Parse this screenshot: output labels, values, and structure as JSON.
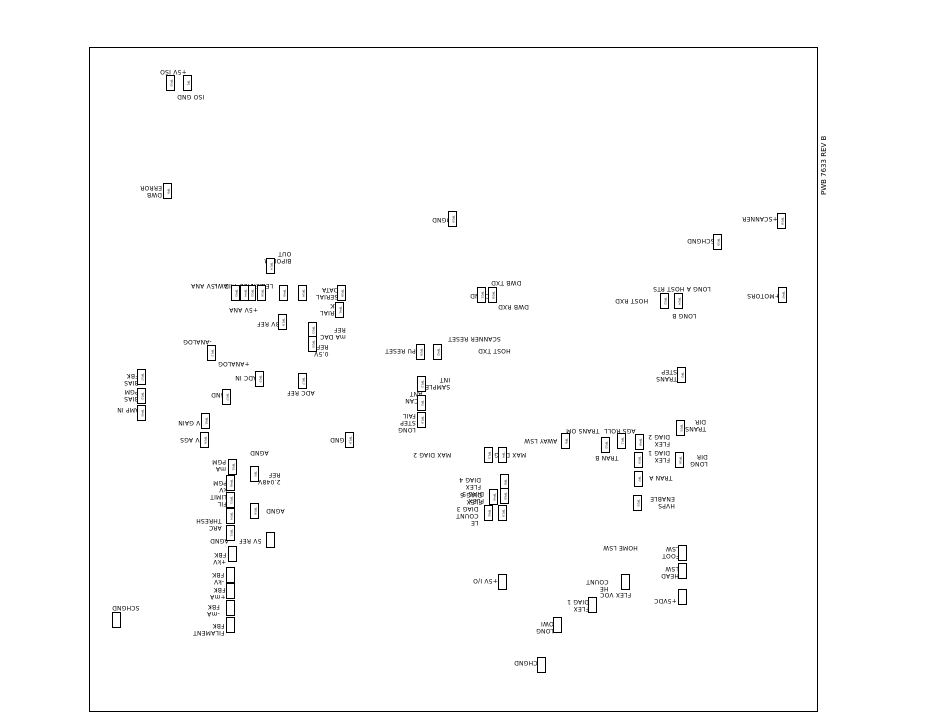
{
  "pwb_label": "PWB 7633 REV B",
  "labels": [
    {
      "t": "+5V ISO"
    },
    {
      "t": "ISO GND"
    },
    {
      "t": "DWB\nERROR"
    },
    {
      "t": "DGND"
    },
    {
      "t": "+SCANNER"
    },
    {
      "t": "SCHGND"
    },
    {
      "t": "BIPOLAR\nOUT"
    },
    {
      "t": "-5V ANA"
    },
    {
      "t": "LEL"
    },
    {
      "t": "LEN"
    },
    {
      "t": "HEL"
    },
    {
      "t": "MID"
    },
    {
      "t": "AWL"
    },
    {
      "t": "SERIAL\nDATA"
    },
    {
      "t": "SERIAL\nCLK"
    },
    {
      "t": "+5V ANA"
    },
    {
      "t": "DWB TXD"
    },
    {
      "t": "DWB RXD"
    },
    {
      "t": "DGND"
    },
    {
      "t": "LONG A HOST RTS"
    },
    {
      "t": "HOST RXD"
    },
    {
      "t": "LONG B"
    },
    {
      "t": "+MOTORS"
    },
    {
      "t": "3V REF"
    },
    {
      "t": "mA DAC\nREF"
    },
    {
      "t": "0.5V\nREF"
    },
    {
      "t": "SCANNER RESET"
    },
    {
      "t": "CPU RESET"
    },
    {
      "t": "HOST TXD"
    },
    {
      "t": "-ANALOG"
    },
    {
      "t": "+ANALOG"
    },
    {
      "t": "ADC IN"
    },
    {
      "t": "ADC REF"
    },
    {
      "t": "AGND"
    },
    {
      "t": "BIAS\nFBK"
    },
    {
      "t": "BIAS\nPGM"
    },
    {
      "t": "AMP IN"
    },
    {
      "t": "V GAIN"
    },
    {
      "t": "V AGS"
    },
    {
      "t": "DGND"
    },
    {
      "t": "SAMPLE\nINT"
    },
    {
      "t": "SCAN\nANT"
    },
    {
      "t": "LONG\nSTEP\nFAIL"
    },
    {
      "t": "TRANS\nSTEP"
    },
    {
      "t": "TRANS OM"
    },
    {
      "t": "AGS ROLL"
    },
    {
      "t": "TRANS\nDIR"
    },
    {
      "t": "FLEX\nDIAG 2"
    },
    {
      "t": "AWAY LSW"
    },
    {
      "t": "TRAN B"
    },
    {
      "t": "MAX DIAG 3"
    },
    {
      "t": "MAX DIAG 2"
    },
    {
      "t": "FLEX\nDIAG 1"
    },
    {
      "t": "LONG\nDIR"
    },
    {
      "t": "TRAN A"
    },
    {
      "t": "AGND"
    },
    {
      "t": "2.048V\nREF"
    },
    {
      "t": "mA\nPGM"
    },
    {
      "t": "kV\nPGM"
    },
    {
      "t": "FLEX\nDIAG 4"
    },
    {
      "t": "FLEX\nDIAG 6"
    },
    {
      "t": "FIL\nLIMIT"
    },
    {
      "t": "FLEX\nDIAG 5"
    },
    {
      "t": "HVPS\nENABLE"
    },
    {
      "t": "AGND"
    },
    {
      "t": "ARC\nTHRESH"
    },
    {
      "t": "LE\nCOUNT\nDIAG 3"
    },
    {
      "t": "5V REF"
    },
    {
      "t": "AGND"
    },
    {
      "t": "HOME LSW"
    },
    {
      "t": "+kV\nFBK"
    },
    {
      "t": "FOOT\nLSW"
    },
    {
      "t": "-kV\nFBK"
    },
    {
      "t": "HEAD\nLSW"
    },
    {
      "t": "+5V I/O"
    },
    {
      "t": "HE\nCOUNT"
    },
    {
      "t": "+mA\nFBK"
    },
    {
      "t": "FLEX VOC"
    },
    {
      "t": "+5VDC"
    },
    {
      "t": "-mA\nFBK"
    },
    {
      "t": "FLEX\nDIAG 1"
    },
    {
      "t": "SCHGND"
    },
    {
      "t": "FILAMENT\nFBK"
    },
    {
      "t": "LONG\nOWI"
    },
    {
      "t": "SCHGND"
    }
  ],
  "testpoints": [
    {
      "id": "TP35"
    },
    {
      "id": "TP1"
    },
    {
      "id": "TP9"
    },
    {
      "id": "TP20"
    },
    {
      "id": "TP58"
    },
    {
      "id": "TP30"
    },
    {
      "id": "TP14"
    },
    {
      "id": "TP33"
    },
    {
      "id": "TP43"
    },
    {
      "id": "TP44"
    },
    {
      "id": "TP36"
    },
    {
      "id": "TP40"
    },
    {
      "id": "TP34"
    },
    {
      "id": "TP39"
    },
    {
      "id": "TP41"
    },
    {
      "id": "TP21"
    },
    {
      "id": "TP28"
    },
    {
      "id": "TP22"
    },
    {
      "id": "TP24"
    },
    {
      "id": "TP47"
    },
    {
      "id": "TP19"
    },
    {
      "id": "TP23"
    },
    {
      "id": "TP26"
    },
    {
      "id": "TP29"
    },
    {
      "id": "TP42"
    },
    {
      "id": "TP15"
    },
    {
      "id": "TP27"
    },
    {
      "id": "TP17"
    },
    {
      "id": "TP37"
    },
    {
      "id": "TP52"
    },
    {
      "id": "TP45"
    },
    {
      "id": "TP57"
    },
    {
      "id": "TP18"
    },
    {
      "id": "TP61"
    },
    {
      "id": "TP59"
    },
    {
      "id": "TP12"
    },
    {
      "id": "TP3"
    },
    {
      "id": "TP16"
    },
    {
      "id": "TP2"
    },
    {
      "id": "TP55"
    },
    {
      "id": "TP49"
    },
    {
      "id": "TP6"
    },
    {
      "id": "TP11"
    },
    {
      "id": "TP50"
    },
    {
      "id": "TP32"
    },
    {
      "id": "TP38"
    },
    {
      "id": "TP13"
    },
    {
      "id": "TP4"
    },
    {
      "id": "TP7"
    },
    {
      "id": "TP8"
    },
    {
      "id": "TP46"
    },
    {
      "id": "TP60"
    },
    {
      "id": "TP62"
    },
    {
      "id": "TP10"
    },
    {
      "id": "TP25"
    },
    {
      "id": "TP31"
    },
    {
      "id": "TP5"
    },
    {
      "id": "TP48"
    },
    {
      "id": "TP53"
    },
    {
      "id": "TP54"
    },
    {
      "id": "TP51"
    },
    {
      "id": "TP56"
    }
  ]
}
